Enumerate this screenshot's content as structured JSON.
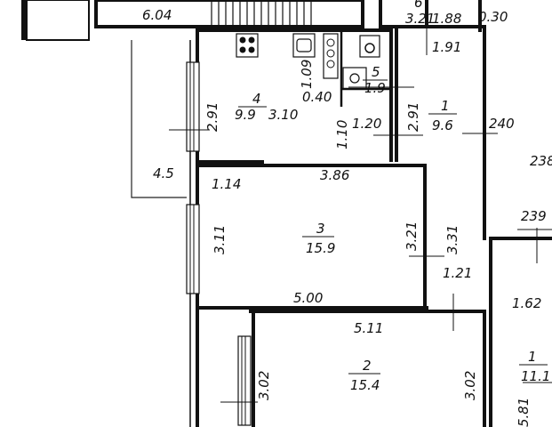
{
  "rooms": [
    {
      "id": "4",
      "area": "9.9"
    },
    {
      "id": "1",
      "area": "9.6"
    },
    {
      "id": "3",
      "area": "15.9"
    },
    {
      "id": "2",
      "area": "15.4"
    },
    {
      "id": "5",
      "area": "1.9"
    },
    {
      "id": "1",
      "area": "11.1"
    },
    {
      "id": "6",
      "area": ""
    }
  ],
  "dimensions": {
    "d_6_04": "6.04",
    "d_0_30": "0.30",
    "d_3_21_top": "3.21",
    "d_1_88": "1.88",
    "d_1_91": "1.91",
    "d_2_91_left": "2.91",
    "d_3_10": "3.10",
    "d_1_09": "1.09",
    "d_0_40": "0.40",
    "d_2_91_right": "2.91",
    "d_1_10": "1.10",
    "d_1_20": "1.20",
    "d_240": "240",
    "d_238": "238",
    "d_4_5": "4.5",
    "d_1_14": "1.14",
    "d_3_86": "3.86",
    "d_3_11": "3.11",
    "d_3_21_mid": "3.21",
    "d_3_31": "3.31",
    "d_239": "239",
    "d_1_21": "1.21",
    "d_1_62": "1.62",
    "d_5_00": "5.00",
    "d_5_11": "5.11",
    "d_3_02_left": "3.02",
    "d_3_02_right": "3.02",
    "d_5_81": "5.81"
  }
}
